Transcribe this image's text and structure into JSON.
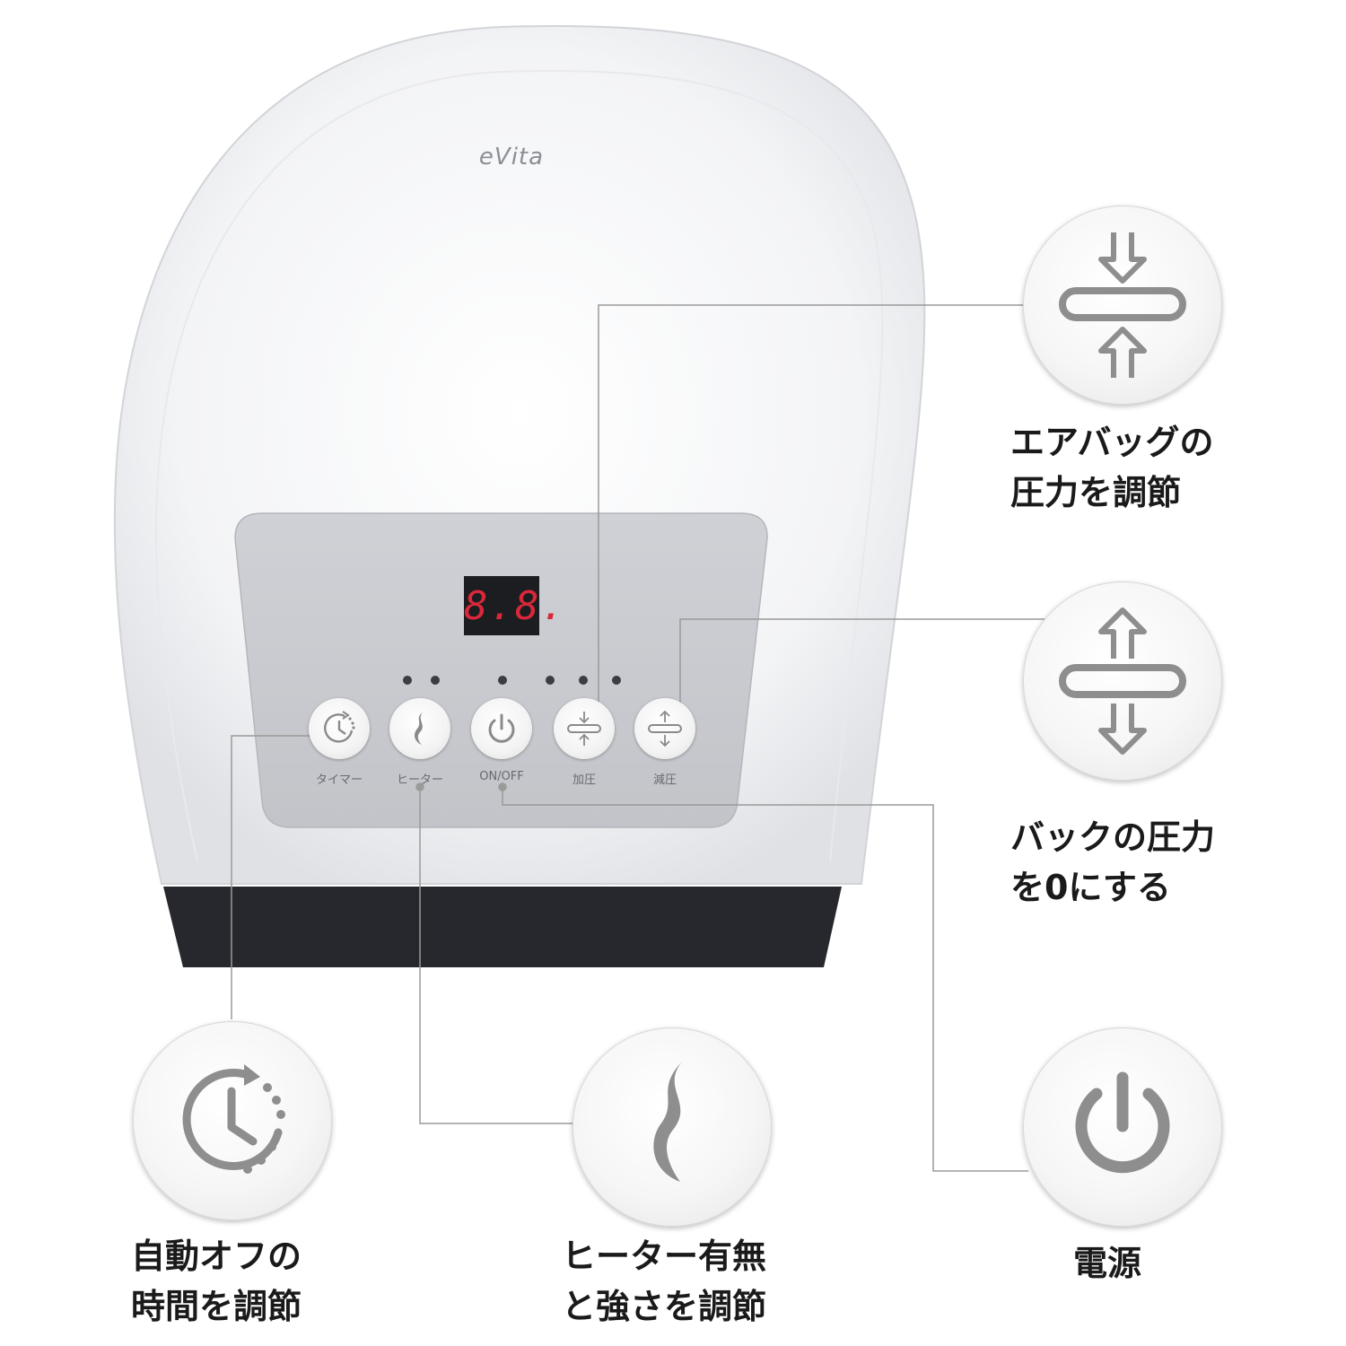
{
  "brand": "eVita",
  "display": {
    "digits": "8.8."
  },
  "panel_buttons": [
    {
      "label": "タイマー",
      "icon": "timer-icon"
    },
    {
      "label": "ヒーター",
      "icon": "heater-flame-icon"
    },
    {
      "label": "ON/OFF",
      "icon": "power-icon"
    },
    {
      "label": "加圧",
      "icon": "pressure-increase-icon"
    },
    {
      "label": "減圧",
      "icon": "pressure-decrease-icon"
    }
  ],
  "callouts": {
    "pressure_up": {
      "line1": "エアバッグの",
      "line2": "圧力を調節",
      "icon": "pressure-increase-icon"
    },
    "pressure_down": {
      "line1": "バックの圧力",
      "line2": "を0にする",
      "icon": "pressure-decrease-icon"
    },
    "timer": {
      "line1": "自動オフの",
      "line2": "時間を調節",
      "icon": "timer-icon"
    },
    "heater": {
      "line1": "ヒーター有無",
      "line2": "と強さを調節",
      "icon": "heater-flame-icon"
    },
    "power": {
      "line1": "電源",
      "icon": "power-icon"
    }
  },
  "colors": {
    "device_body": "#f4f5f6",
    "panel": "#c9cbd0",
    "base_band": "#2a2b30",
    "icon_gray": "#8e8e8e",
    "leader_line": "#9a9a9a"
  }
}
